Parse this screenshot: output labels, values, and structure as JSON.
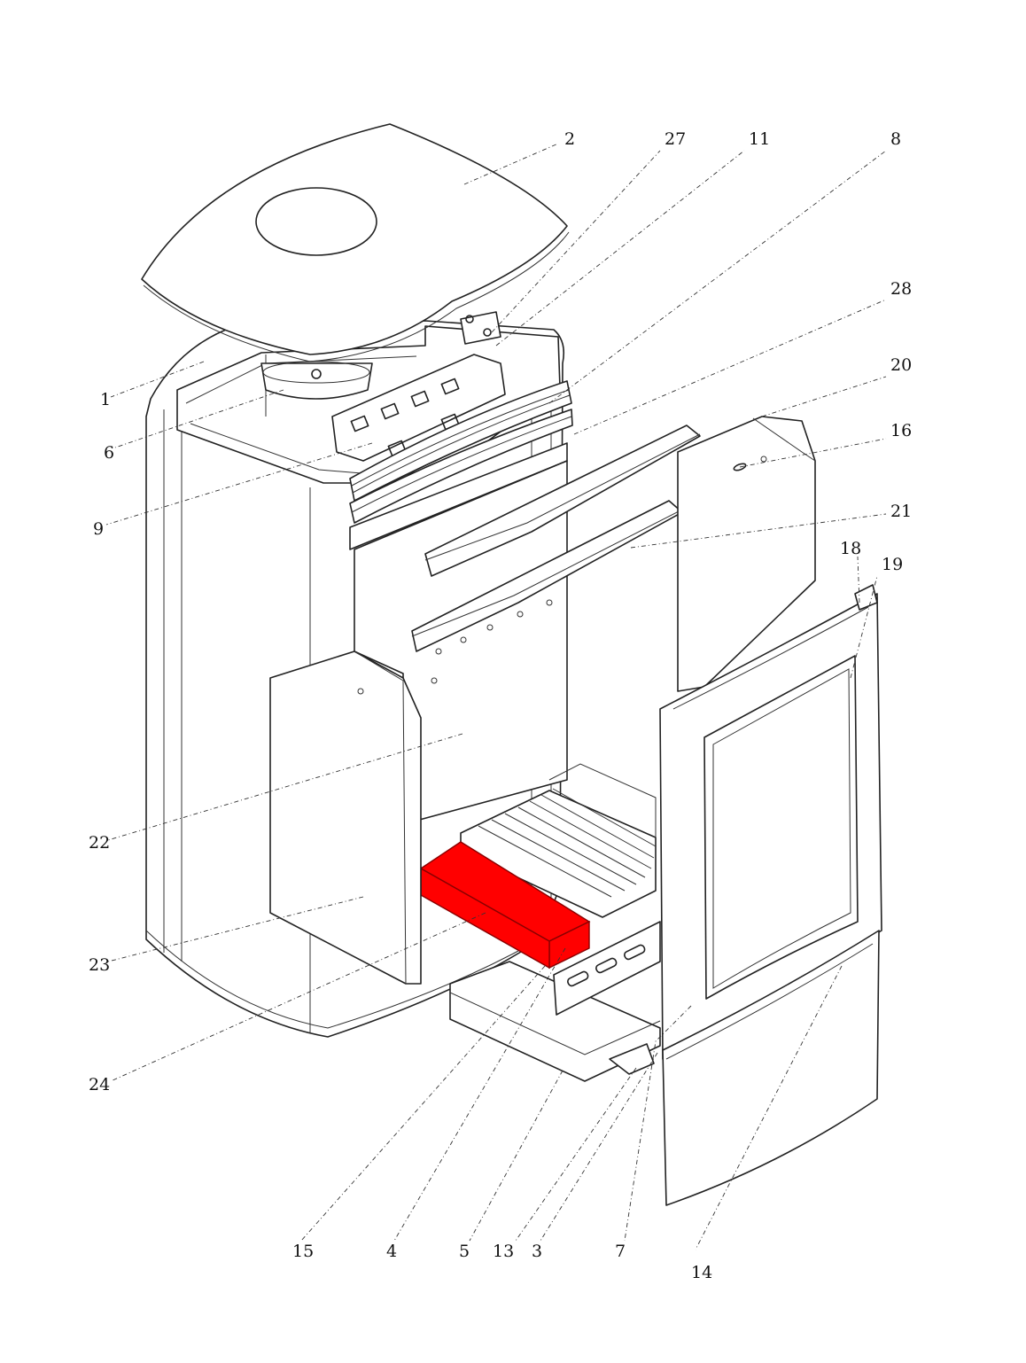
{
  "diagram": {
    "highlight_color": "#ff0000",
    "line_color": "#222222",
    "callouts": [
      {
        "id": "1",
        "label": "1"
      },
      {
        "id": "2",
        "label": "2"
      },
      {
        "id": "3",
        "label": "3"
      },
      {
        "id": "4",
        "label": "4"
      },
      {
        "id": "5",
        "label": "5"
      },
      {
        "id": "6",
        "label": "6"
      },
      {
        "id": "7",
        "label": "7"
      },
      {
        "id": "8",
        "label": "8"
      },
      {
        "id": "9",
        "label": "9"
      },
      {
        "id": "11",
        "label": "11"
      },
      {
        "id": "13",
        "label": "13"
      },
      {
        "id": "14",
        "label": "14"
      },
      {
        "id": "15",
        "label": "15"
      },
      {
        "id": "16",
        "label": "16"
      },
      {
        "id": "18",
        "label": "18"
      },
      {
        "id": "19",
        "label": "19"
      },
      {
        "id": "20",
        "label": "20"
      },
      {
        "id": "21",
        "label": "21"
      },
      {
        "id": "22",
        "label": "22"
      },
      {
        "id": "23",
        "label": "23"
      },
      {
        "id": "24",
        "label": "24"
      },
      {
        "id": "27",
        "label": "27"
      },
      {
        "id": "28",
        "label": "28"
      }
    ]
  }
}
